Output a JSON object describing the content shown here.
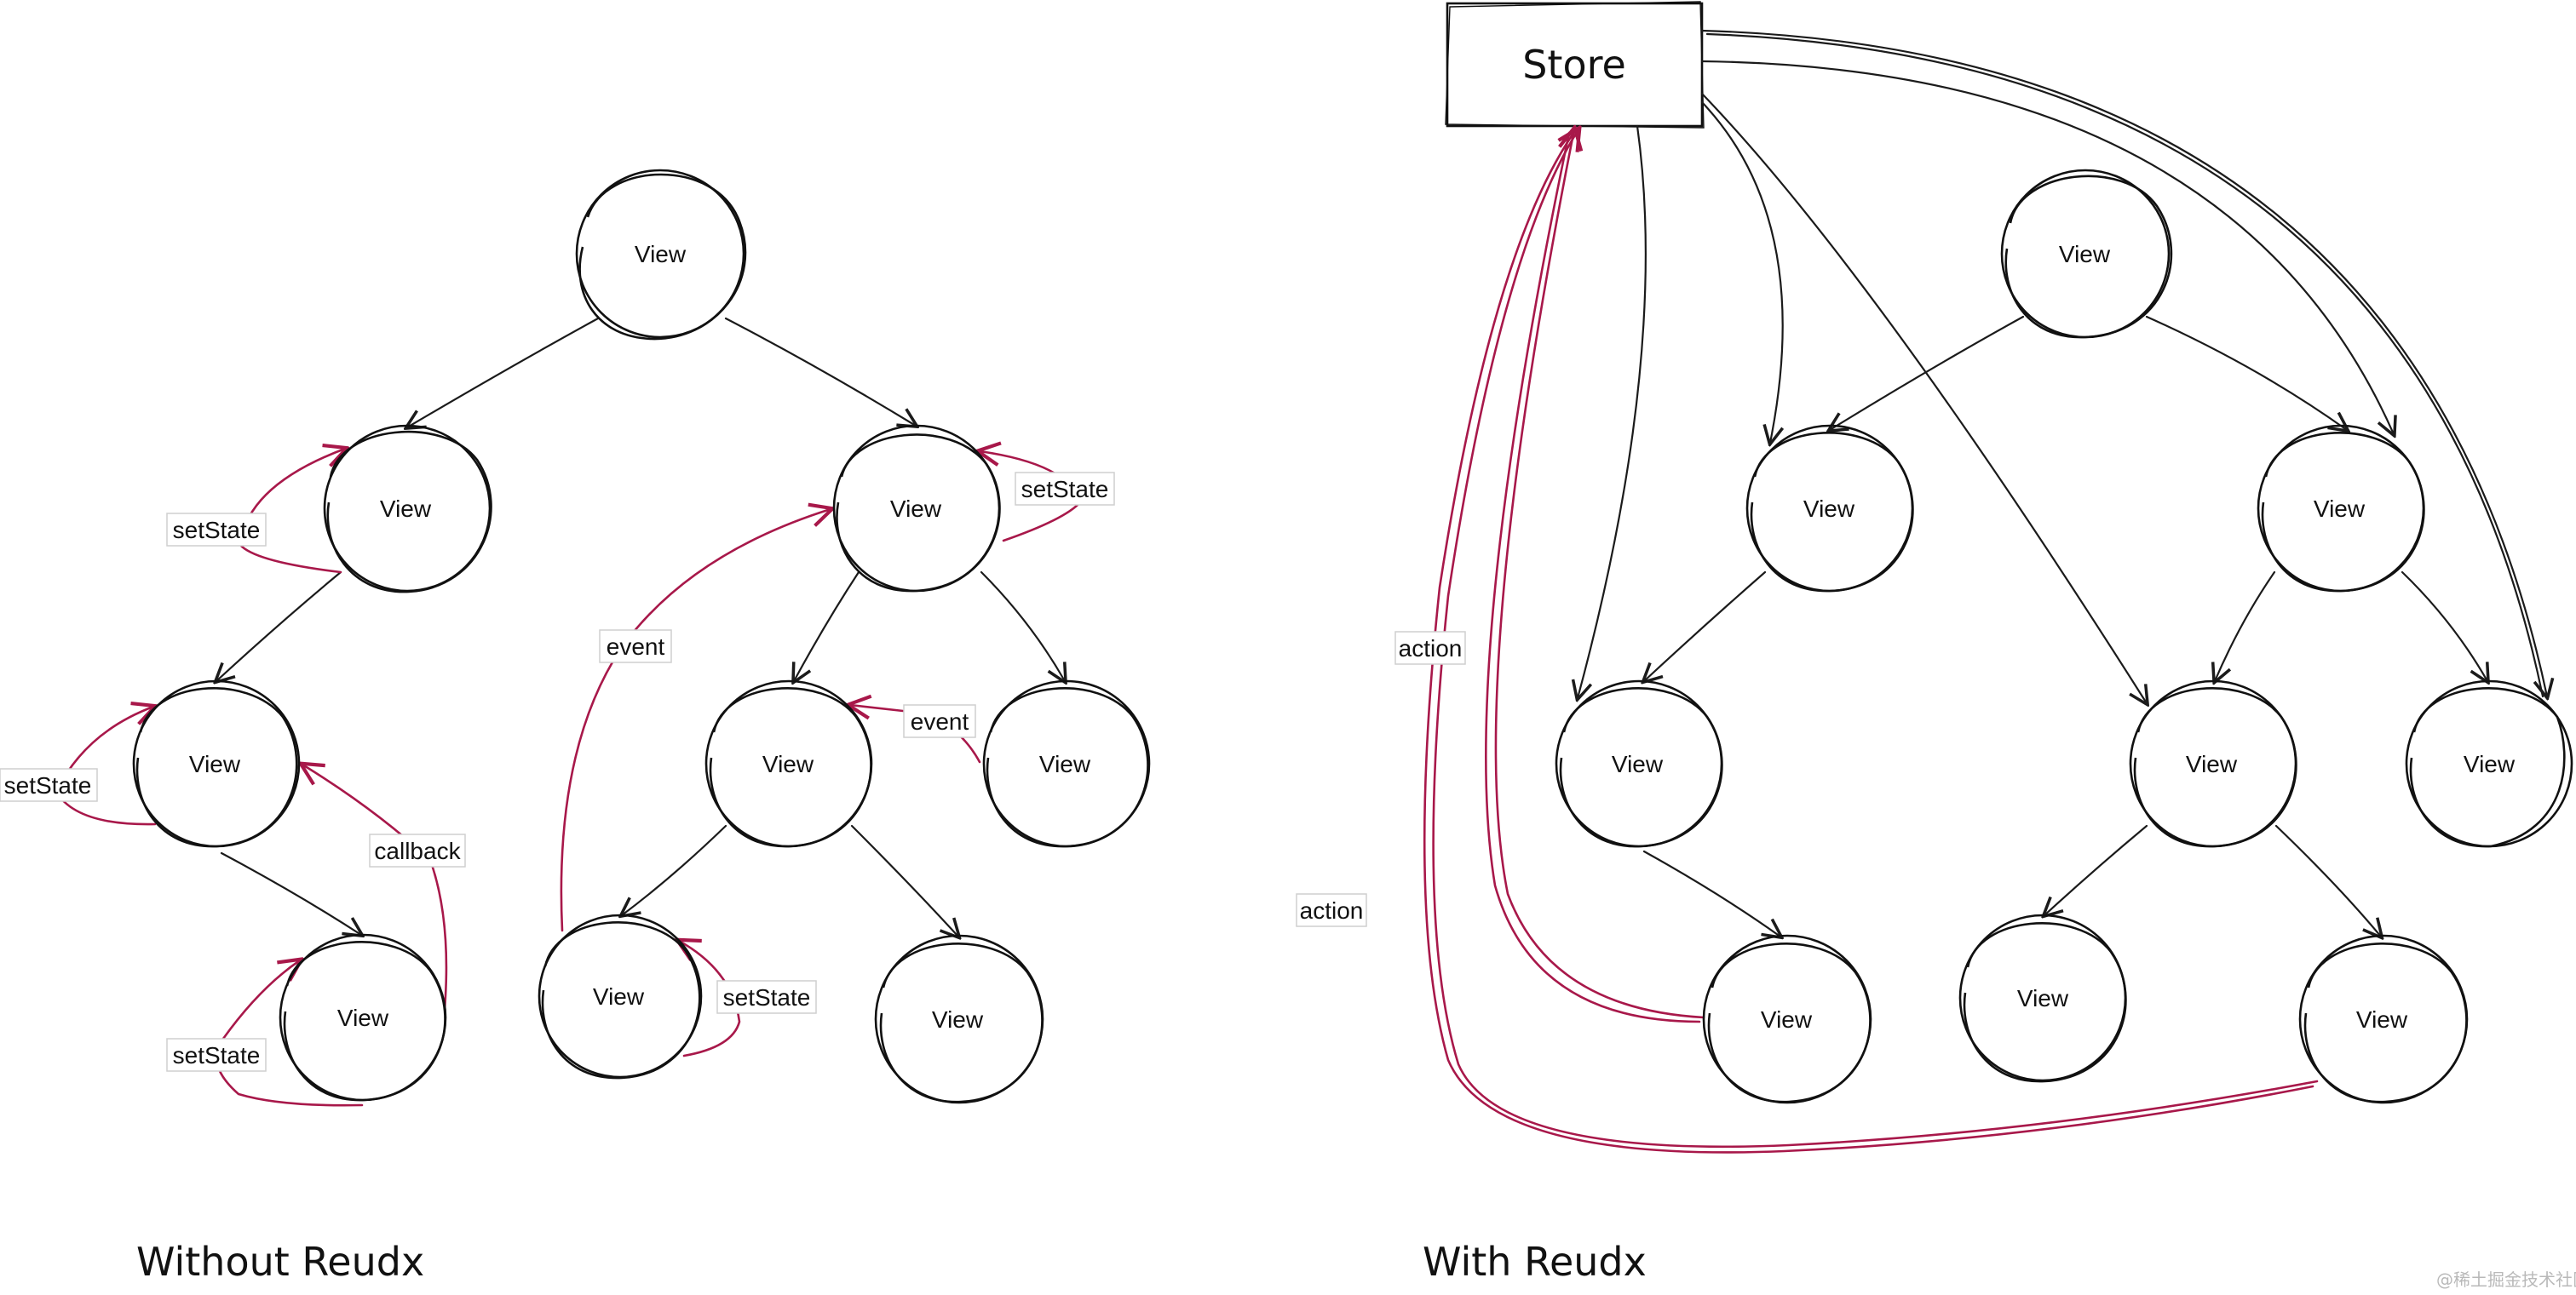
{
  "nodes": [
    {
      "id": "L1",
      "label": "View"
    },
    {
      "id": "L2",
      "label": "View"
    },
    {
      "id": "L3",
      "label": "View"
    },
    {
      "id": "L4",
      "label": "View"
    },
    {
      "id": "L5",
      "label": "View"
    },
    {
      "id": "L6",
      "label": "View"
    },
    {
      "id": "L7",
      "label": "View"
    },
    {
      "id": "L8",
      "label": "View"
    },
    {
      "id": "L9",
      "label": "View"
    },
    {
      "id": "R1",
      "label": "View"
    },
    {
      "id": "R2",
      "label": "View"
    },
    {
      "id": "R3",
      "label": "View"
    },
    {
      "id": "R4",
      "label": "View"
    },
    {
      "id": "R5",
      "label": "View"
    },
    {
      "id": "R6",
      "label": "View"
    },
    {
      "id": "R7",
      "label": "View"
    },
    {
      "id": "R8",
      "label": "View"
    },
    {
      "id": "R9",
      "label": "View"
    }
  ],
  "store": {
    "label": "Store"
  },
  "edge_labels": [
    {
      "id": "l-setstate-1",
      "text": "setState"
    },
    {
      "id": "l-setstate-2",
      "text": "setState"
    },
    {
      "id": "l-setstate-3",
      "text": "setState"
    },
    {
      "id": "l-setstate-4",
      "text": "setState"
    },
    {
      "id": "l-setstate-5",
      "text": "setState"
    },
    {
      "id": "l-callback",
      "text": "callback"
    },
    {
      "id": "l-event-1",
      "text": "event"
    },
    {
      "id": "l-event-2",
      "text": "event"
    },
    {
      "id": "r-action-1",
      "text": "action"
    },
    {
      "id": "r-action-2",
      "text": "action"
    }
  ],
  "captions": {
    "left": "Without Reudx",
    "right": "With Reudx"
  },
  "colors": {
    "black_edge": "#1b1b1b",
    "red_edge": "#a8184a"
  },
  "watermark": "@稀土掘金技术社区"
}
